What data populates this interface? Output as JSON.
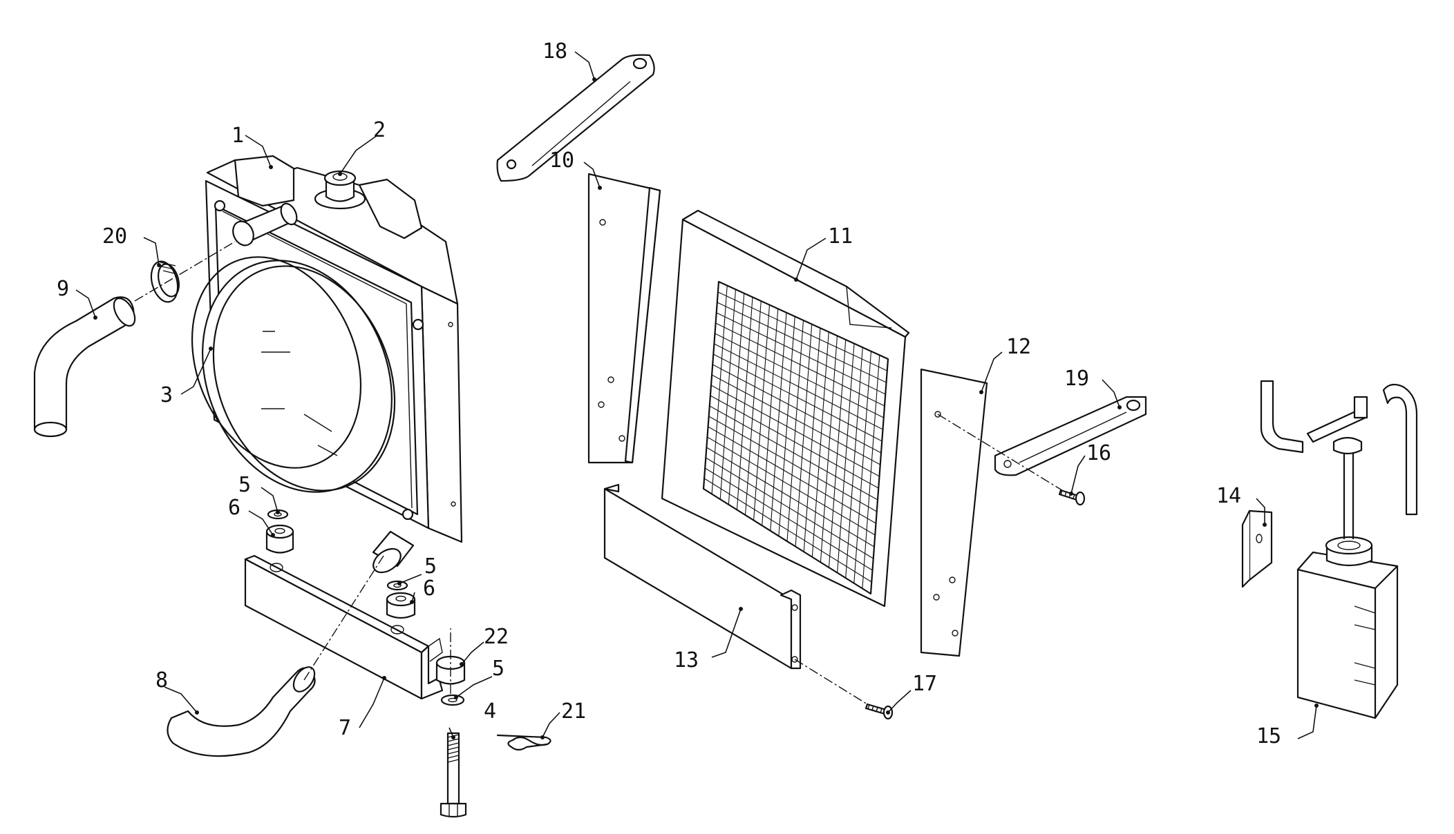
{
  "diagram": {
    "type": "exploded parts view",
    "line_color": "#111111",
    "background": "#ffffff",
    "callouts": [
      "1",
      "2",
      "3",
      "4",
      "5",
      "5",
      "5",
      "6",
      "6",
      "7",
      "8",
      "9",
      "10",
      "11",
      "12",
      "13",
      "14",
      "15",
      "16",
      "17",
      "18",
      "19",
      "20",
      "21",
      "22"
    ]
  }
}
